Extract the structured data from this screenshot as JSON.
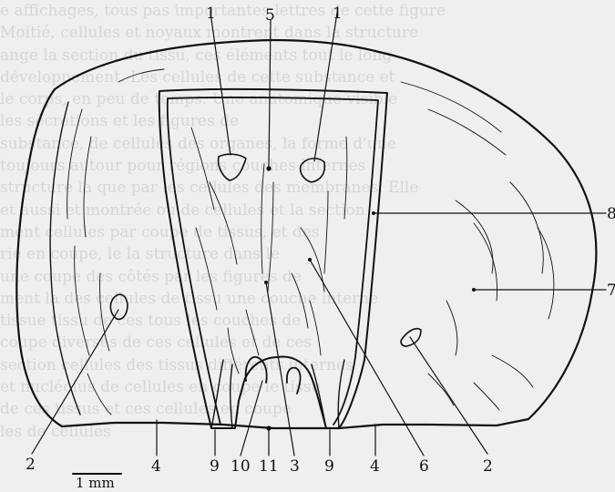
{
  "background_text": [
    "e affichages, tous pas importantes lettres de cette figure",
    "Moitié, cellules et noyaux montrent dans la structure",
    "ange la section du tissu, ces éléments tout le long",
    "développement. Les cellules de cette substance et",
    "le corps, en peu de temps. Une anatomique visible",
    "les sécrétions et les figures de",
    "substance, de cellules des organes, la forme d'une",
    "toujours autour pour régions couches internes",
    "structure la que par les cellules des membranes. Elle",
    "et aussi et montrée où de cellules et la section",
    "ment cellules par coupe de tissus, et des",
    "rie en coupe, le la structure dans le",
    "une coupe des côtés par les figures de",
    "ment la des cellules de tissu une couche interne",
    "tissue tissu de ces tous les couches de",
    "coupe diverses de ces cellules et de ces",
    "section cellules des tissus différents internes",
    "et nucléolus de cellules en coupe le tissu",
    "de ces tissus et ces cellules en coupe",
    "les de cellules"
  ],
  "labels": {
    "l1a": "1",
    "l5": "5",
    "l1b": "1",
    "l8": "8",
    "l7": "7",
    "l2a": "2",
    "l4a": "4",
    "l9a": "9",
    "l10": "10",
    "l11": "11",
    "l3": "3",
    "l9b": "9",
    "l4b": "4",
    "l6": "6",
    "l2b": "2"
  },
  "scale_bar": {
    "label": "1 mm"
  },
  "colors": {
    "ink": "#111111",
    "paper": "#efefed",
    "faded_text": "#d6d6d2"
  }
}
